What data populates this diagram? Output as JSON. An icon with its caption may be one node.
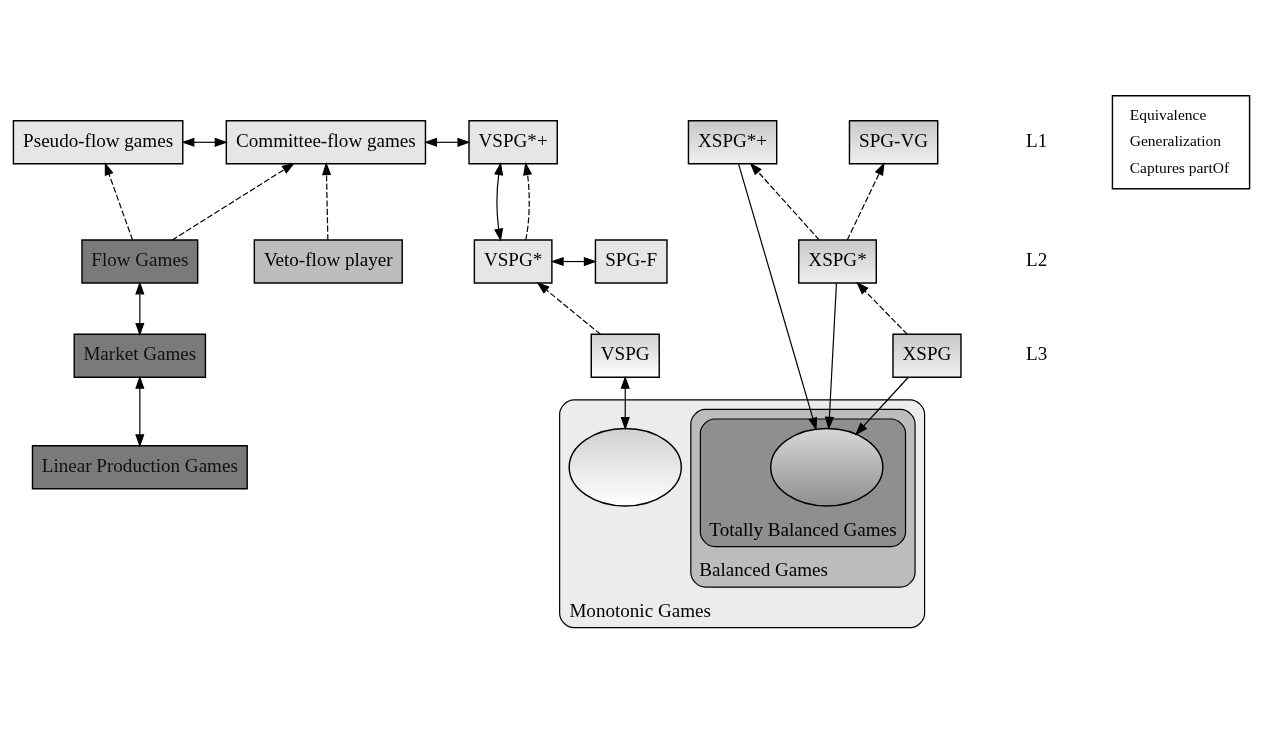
{
  "diagram": {
    "nodes": [
      {
        "text": [
          "Pseudo-flow games"
        ]
      },
      {
        "text": [
          "Committee-flow games"
        ]
      },
      {
        "text": [
          "VSPG*+"
        ]
      },
      {
        "text": [
          "SPG-VG"
        ]
      },
      {
        "text": [
          "XSPG*+"
        ]
      },
      {
        "text": [
          "Veto-flow player"
        ]
      },
      {
        "text": [
          "Flow Games"
        ]
      },
      {
        "text": [
          "VSPG*"
        ]
      },
      {
        "text": [
          "SPG-F"
        ]
      },
      {
        "text": [
          "XSPG*"
        ]
      },
      {
        "text": [
          "VSPG"
        ]
      },
      {
        "text": [
          "XSPG"
        ]
      },
      {
        "text": [
          "Market Games"
        ]
      },
      {
        "text": [
          "Monotonic Games"
        ]
      },
      {
        "text": [
          "Balanced Games"
        ],
        "in": 13
      },
      {
        "text": [
          "Totally Balanced Games"
        ],
        "in": 14
      },
      {
        "text": [],
        "shape": "ellipse",
        "in": 13
      },
      {
        "text": [],
        "shape": "ellipse",
        "in": 15
      },
      {
        "text": [
          "Linear Production Games"
        ]
      }
    ],
    "edges": [
      {
        "from": 0,
        "to": 1,
        "arrow": "both"
      },
      {
        "from": 1,
        "to": 2,
        "arrow": "both"
      },
      {
        "from": 6,
        "to": 0,
        "arrow": "to",
        "style": "dashed"
      },
      {
        "from": 6,
        "to": 1,
        "arrow": "to",
        "style": "dashed"
      },
      {
        "from": 5,
        "to": 1,
        "arrow": "to",
        "style": "dashed"
      },
      {
        "from": 2,
        "to": 7,
        "arrow": "both"
      },
      {
        "from": 7,
        "to": 2,
        "arrow": "to",
        "style": "dashed"
      },
      {
        "from": 7,
        "to": 8,
        "arrow": "both"
      },
      {
        "from": 9,
        "to": 3,
        "arrow": "to",
        "style": "dashed"
      },
      {
        "from": 9,
        "to": 4,
        "arrow": "to",
        "style": "dashed"
      },
      {
        "from": 10,
        "to": 7,
        "arrow": "to",
        "style": "dashed"
      },
      {
        "from": 11,
        "to": 9,
        "arrow": "to",
        "style": "dashed"
      },
      {
        "from": 6,
        "to": 12,
        "arrow": "both"
      },
      {
        "from": 12,
        "to": 18,
        "arrow": "both"
      },
      {
        "from": 10,
        "to": 16,
        "arrow": "both"
      },
      {
        "from": 4,
        "to": 17,
        "arrow": "to"
      },
      {
        "from": 9,
        "to": 17,
        "arrow": "to"
      },
      {
        "from": 11,
        "to": 17,
        "arrow": "to"
      }
    ],
    "labels": [
      "L1",
      "L2",
      "L3"
    ],
    "legend": [
      {
        "text": "Equivalence"
      },
      {
        "text": "Generalization"
      },
      {
        "text": "Captures partOf"
      }
    ]
  }
}
